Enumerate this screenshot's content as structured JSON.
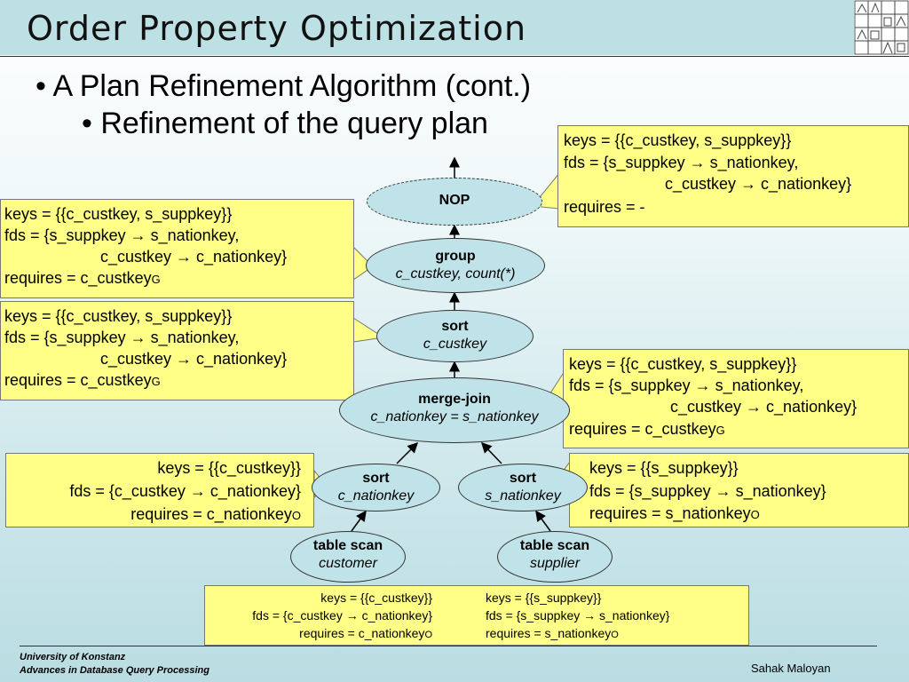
{
  "title": "Order Property Optimization",
  "bullets": {
    "level1": "• A Plan Refinement Algorithm (cont.)",
    "level2": "• Refinement of the query plan"
  },
  "nodes": {
    "nop": {
      "name": "NOP",
      "arg": ""
    },
    "group": {
      "name": "group",
      "arg": "c_custkey, count(*)"
    },
    "sort_top": {
      "name": "sort",
      "arg": "c_custkey"
    },
    "merge_join": {
      "name": "merge-join",
      "arg": "c_nationkey = s_nationkey"
    },
    "sort_left": {
      "name": "sort",
      "arg": "c_nationkey"
    },
    "sort_right": {
      "name": "sort",
      "arg": "s_nationkey"
    },
    "scan_left": {
      "name": "table scan",
      "arg": "customer"
    },
    "scan_right": {
      "name": "table scan",
      "arg": "supplier"
    }
  },
  "boxes": {
    "nop_props": {
      "keys": "keys       = {{c_custkey, s_suppkey}}",
      "fds1": "fds          = {s_suppkey → s_nationkey,",
      "fds2": "c_custkey → c_nationkey}",
      "requires": "requires = -"
    },
    "group_props": {
      "keys": "keys       = {{c_custkey, s_suppkey}}",
      "fds1": "fds          = {s_suppkey → s_nationkey,",
      "fds2": "c_custkey → c_nationkey}",
      "requires": "requires = c_custkey",
      "sub": "G"
    },
    "sort_props": {
      "keys": "keys       = {{c_custkey, s_suppkey}}",
      "fds1": "fds          = {s_suppkey → s_nationkey,",
      "fds2": "c_custkey → c_nationkey}",
      "requires": "requires = c_custkey",
      "sub": "G"
    },
    "merge_props": {
      "keys": "keys       = {{c_custkey, s_suppkey}}",
      "fds1": "fds          = {s_suppkey → s_nationkey,",
      "fds2": "c_custkey → c_nationkey}",
      "requires": "requires = c_custkey",
      "sub": "G"
    },
    "left_props": {
      "keys": "keys = {{c_custkey}}",
      "fds": "fds = {c_custkey → c_nationkey}",
      "requires": "requires = c_nationkey",
      "sub": "O"
    },
    "right_props": {
      "keys": "keys       = {{s_suppkey}}",
      "fds": "fds          = {s_suppkey → s_nationkey}",
      "requires": "requires = s_nationkey",
      "sub": "O"
    },
    "bottom_left": {
      "keys": "keys = {{c_custkey}}",
      "fds": "fds = {c_custkey → c_nationkey}",
      "requires": "requires = c_nationkey",
      "sub": "O"
    },
    "bottom_right": {
      "keys": "keys       = {{s_suppkey}}",
      "fds": "fds          = {s_suppkey → s_nationkey}",
      "requires": "requires = s_nationkey",
      "sub": "O"
    }
  },
  "footer": {
    "line1": "University of Konstanz",
    "line2": "Advances in Database Query Processing",
    "author": "Sahak Maloyan"
  },
  "colors": {
    "note_fill": "#ffff88",
    "node_fill": "#bfe3e8",
    "title_bar": "#bde0e4"
  }
}
